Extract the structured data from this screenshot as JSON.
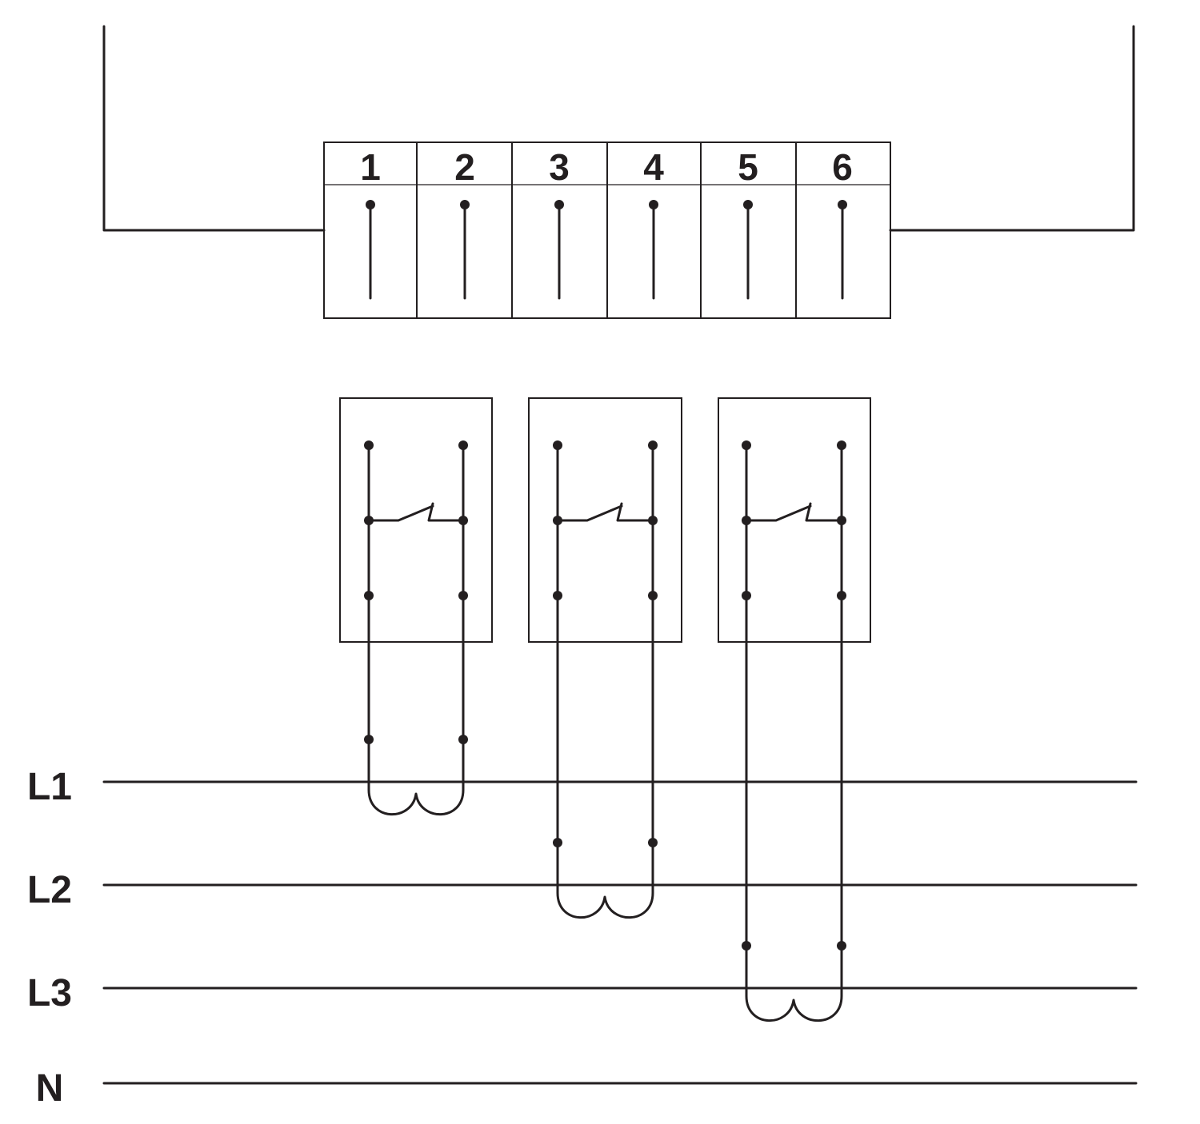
{
  "terminal_block": {
    "terminals": [
      "1",
      "2",
      "3",
      "4",
      "5",
      "6"
    ]
  },
  "conductors": [
    {
      "label": "L1"
    },
    {
      "label": "L2"
    },
    {
      "label": "L3"
    },
    {
      "label": "N"
    }
  ],
  "colors": {
    "line": "#231f20",
    "background": "#ffffff"
  }
}
